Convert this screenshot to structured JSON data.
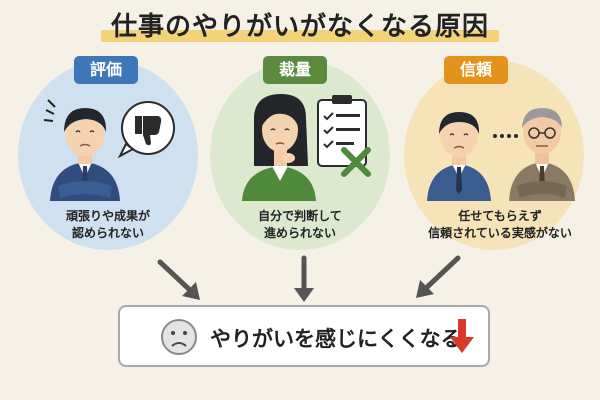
{
  "title": "仕事のやりがいがなくなる原因",
  "causes": [
    {
      "label": "評価",
      "caption_lines": [
        "頑張りや成果が",
        "認められない"
      ],
      "color": "#3f76b8"
    },
    {
      "label": "裁量",
      "caption_lines": [
        "自分で判断して",
        "進められない"
      ],
      "color": "#5a8a3e"
    },
    {
      "label": "信頼",
      "caption_lines": [
        "任せてもらえず",
        "信頼されている実感がない"
      ],
      "color": "#e3921b"
    }
  ],
  "result": {
    "text": "やりがいを感じにくくなる",
    "face_icon": "sad-face-icon",
    "trend_icon": "arrow-down-icon",
    "trend_color": "#d9392b"
  },
  "icons": {
    "cause1": [
      "worried-man-icon",
      "thumbs-down-icon"
    ],
    "cause2": [
      "worried-woman-icon",
      "checklist-rejected-icon"
    ],
    "cause3": [
      "worried-young-man-icon",
      "stern-boss-icon"
    ]
  }
}
